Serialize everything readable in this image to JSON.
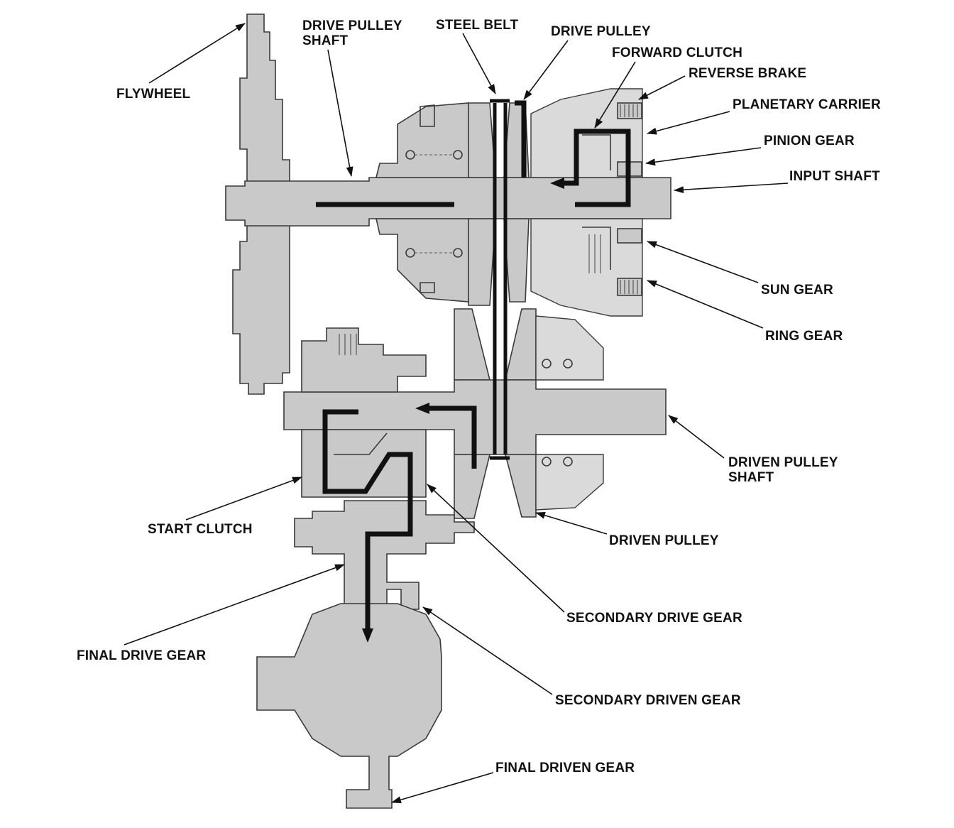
{
  "labels": {
    "flywheel": "FLYWHEEL",
    "drive_pulley_shaft_1": "DRIVE PULLEY",
    "drive_pulley_shaft_2": "SHAFT",
    "steel_belt": "STEEL BELT",
    "drive_pulley": "DRIVE PULLEY",
    "forward_clutch": "FORWARD CLUTCH",
    "reverse_brake": "REVERSE BRAKE",
    "planetary_carrier": "PLANETARY CARRIER",
    "pinion_gear": "PINION GEAR",
    "input_shaft": "INPUT SHAFT",
    "sun_gear": "SUN GEAR",
    "ring_gear": "RING GEAR",
    "driven_pulley_shaft_1": "DRIVEN PULLEY",
    "driven_pulley_shaft_2": "SHAFT",
    "start_clutch": "START CLUTCH",
    "driven_pulley": "DRIVEN PULLEY",
    "secondary_drive_gear": "SECONDARY DRIVE GEAR",
    "final_drive_gear": "FINAL DRIVE GEAR",
    "secondary_driven_gear": "SECONDARY DRIVEN GEAR",
    "final_driven_gear": "FINAL DRIVEN GEAR"
  },
  "colors": {
    "part_fill": "#c9c9c9",
    "outline": "#3a3a3a",
    "ink": "#111111",
    "background": "#ffffff"
  }
}
